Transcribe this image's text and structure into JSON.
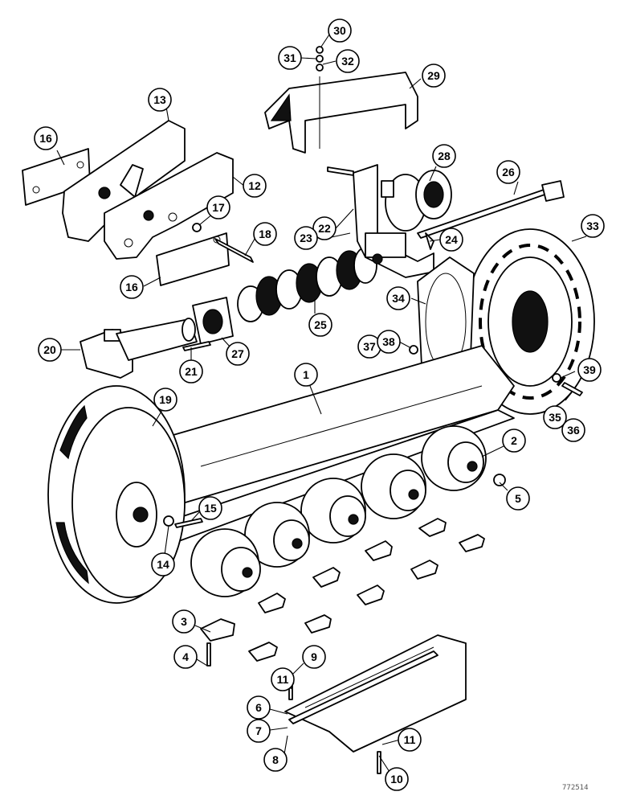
{
  "diagram": {
    "reference_code": "772514",
    "callouts": [
      {
        "id": "1"
      },
      {
        "id": "2"
      },
      {
        "id": "3"
      },
      {
        "id": "4"
      },
      {
        "id": "5"
      },
      {
        "id": "6"
      },
      {
        "id": "7"
      },
      {
        "id": "8"
      },
      {
        "id": "9"
      },
      {
        "id": "10"
      },
      {
        "id": "11"
      },
      {
        "id": "11"
      },
      {
        "id": "12"
      },
      {
        "id": "13"
      },
      {
        "id": "14"
      },
      {
        "id": "15"
      },
      {
        "id": "16"
      },
      {
        "id": "16"
      },
      {
        "id": "17"
      },
      {
        "id": "18"
      },
      {
        "id": "19"
      },
      {
        "id": "20"
      },
      {
        "id": "21"
      },
      {
        "id": "22"
      },
      {
        "id": "23"
      },
      {
        "id": "24"
      },
      {
        "id": "25"
      },
      {
        "id": "26"
      },
      {
        "id": "27"
      },
      {
        "id": "28"
      },
      {
        "id": "29"
      },
      {
        "id": "30"
      },
      {
        "id": "31"
      },
      {
        "id": "32"
      },
      {
        "id": "33"
      },
      {
        "id": "34"
      },
      {
        "id": "35"
      },
      {
        "id": "36"
      },
      {
        "id": "37"
      },
      {
        "id": "38"
      },
      {
        "id": "39"
      }
    ]
  }
}
